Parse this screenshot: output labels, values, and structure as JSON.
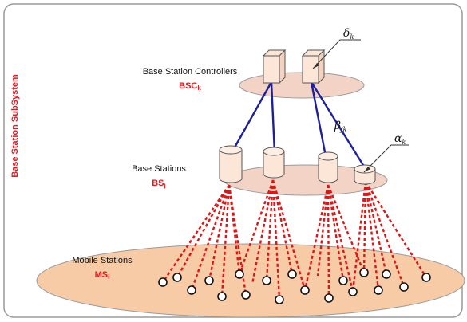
{
  "diagram": {
    "side_label": "Base Station SubSystem",
    "layers": {
      "controllers": {
        "label": "Base Station Controllers",
        "sublabel": "BSC",
        "subscript": "k"
      },
      "base_stations": {
        "label": "Base Stations",
        "sublabel": "BS",
        "subscript": "j"
      },
      "mobile_stations": {
        "label": "Mobile Stations",
        "sublabel": "MS",
        "subscript": "i"
      }
    },
    "annotations": {
      "delta": {
        "symbol": "δ",
        "subscript": "k"
      },
      "beta": {
        "symbol": "β",
        "subscript": "jk"
      },
      "alpha": {
        "symbol": "α",
        "subscript": "k"
      }
    },
    "colors": {
      "label_red": "#e8191e",
      "ellipse_fill": "#f3d3c6",
      "ms_ellipse_fill": "#f8cba7",
      "node_fill": "#fbe6d8",
      "blue_link": "#1d1f9c",
      "red_link": "#e01515",
      "frame": "#9a9a9a"
    }
  }
}
